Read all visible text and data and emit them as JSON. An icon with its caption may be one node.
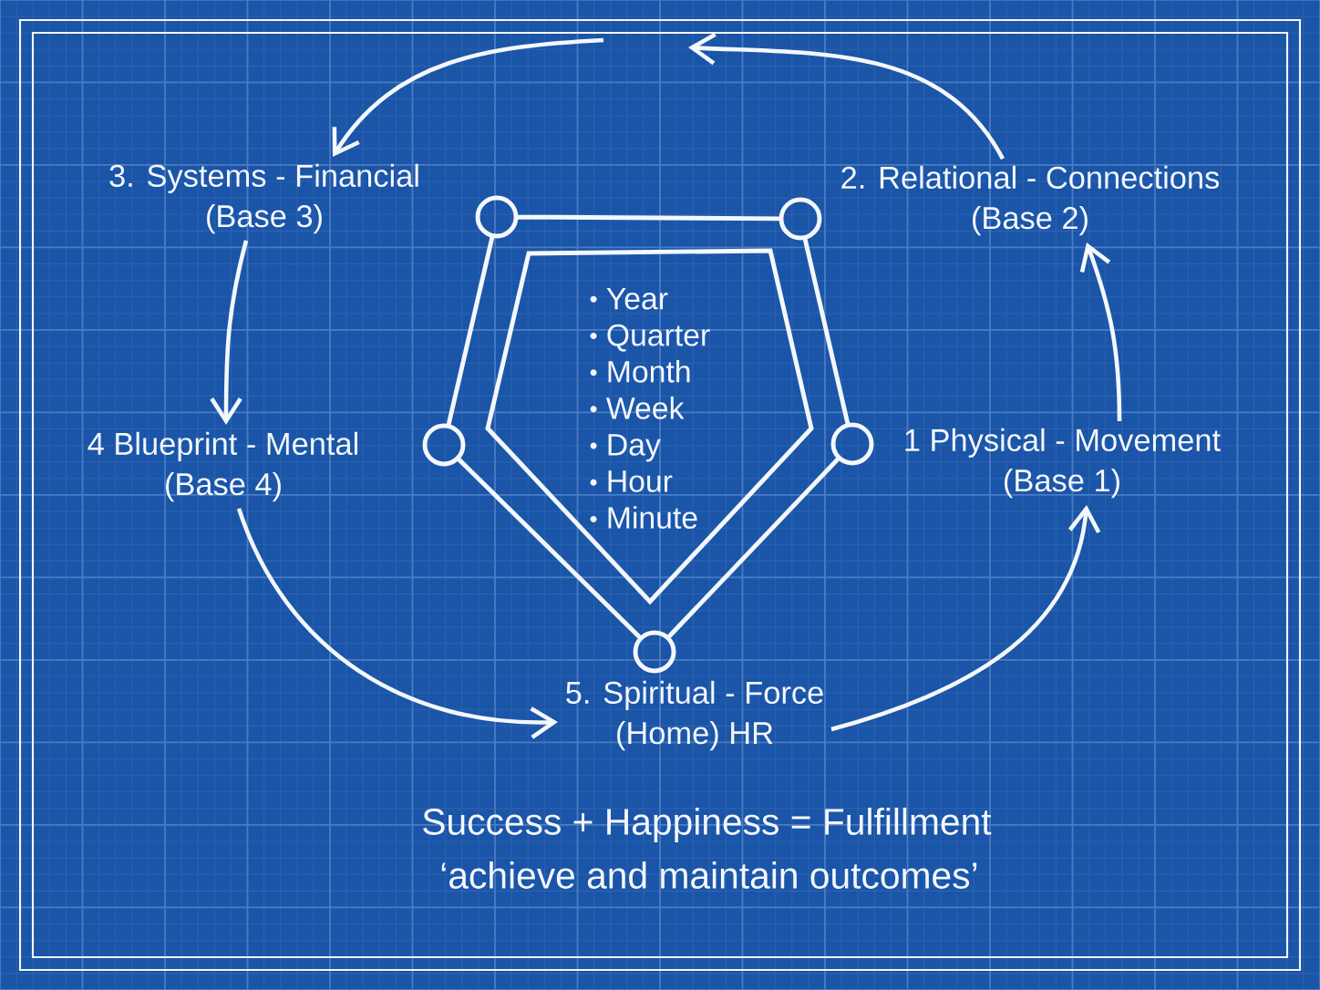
{
  "diagram": {
    "nodes": [
      {
        "text": [
          "1 Physical - Movement",
          "(Base 1)"
        ]
      },
      {
        "text": [
          "2. Relational - Connections",
          "(Base 2)"
        ]
      },
      {
        "text": [
          "3. Systems - Financial",
          "(Base 3)"
        ]
      },
      {
        "text": [
          "4 Blueprint - Mental",
          "(Base 4)"
        ]
      },
      {
        "text": [
          "5. Spiritual - Force",
          "(Home) HR"
        ]
      },
      {
        "text": [
          "Year",
          "Quarter",
          "Month",
          "Week",
          "Day",
          "Hour",
          "Minute"
        ]
      }
    ],
    "edges": [
      {
        "from": 0,
        "to": 1,
        "arrow": "to"
      },
      {
        "from": 1,
        "to": null,
        "arrow": "to"
      },
      {
        "from": null,
        "to": 2,
        "arrow": "to"
      },
      {
        "from": 2,
        "to": 3,
        "arrow": "to"
      },
      {
        "from": 3,
        "to": 4,
        "arrow": "to"
      },
      {
        "from": 4,
        "to": 0,
        "arrow": "to"
      }
    ],
    "labels": [
      "Success + Happiness = Fulfillment",
      "‘achieve and maintain outcomes’"
    ]
  }
}
